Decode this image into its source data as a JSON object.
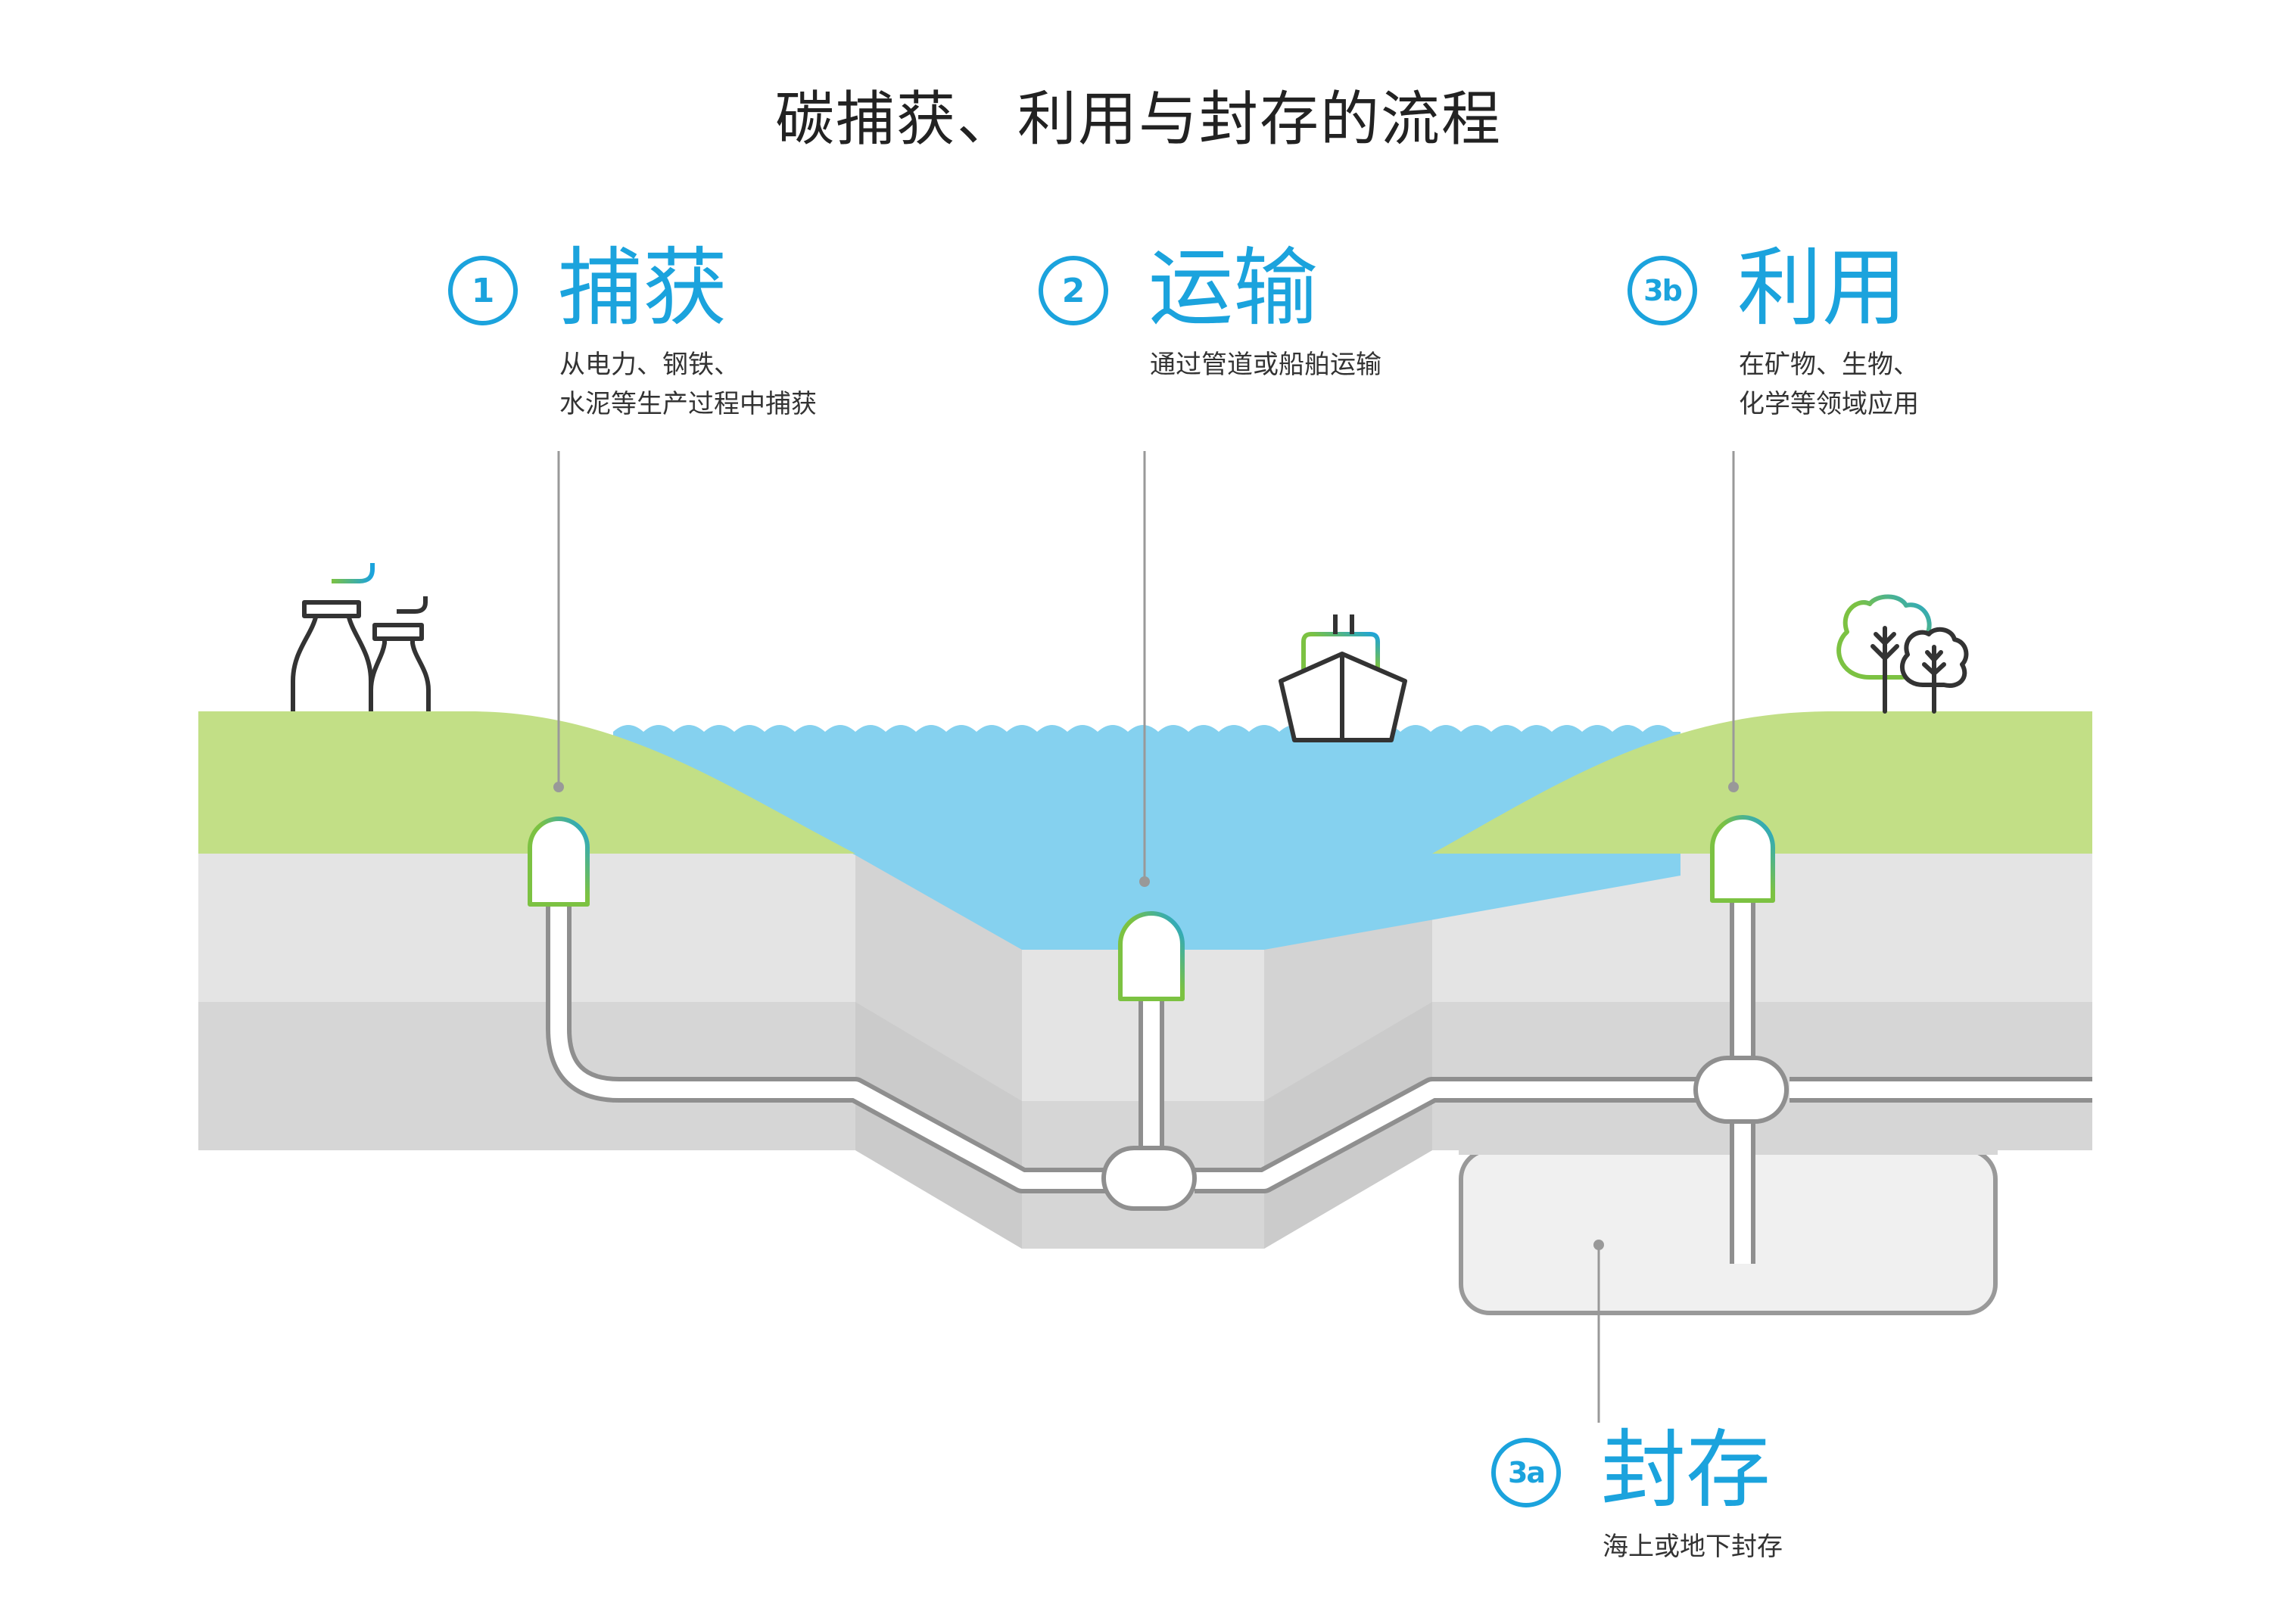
{
  "title": "碳捕获、利用与封存的流程",
  "steps": {
    "capture": {
      "number": "1",
      "heading": "捕获",
      "desc_line1": "从电力、钢铁、",
      "desc_line2": "水泥等生产过程中捕获"
    },
    "transport": {
      "number": "2",
      "heading": "运输",
      "desc_line1": "通过管道或船舶运输"
    },
    "utilization": {
      "number": "3b",
      "heading": "利用",
      "desc_line1": "在矿物、生物、",
      "desc_line2": "化学等领域应用"
    },
    "storage": {
      "number": "3a",
      "heading": "封存",
      "desc_line1": "海上或地下封存"
    }
  },
  "icons": {
    "factory": "factory-chimneys-icon",
    "ship": "cargo-ship-icon",
    "trees": "trees-icon"
  },
  "colors": {
    "accent_blue": "#1ba3dd",
    "accent_green": "#7cc242",
    "land": "#c2df86",
    "water": "#85d1ef",
    "ground_light": "#e4e4e4",
    "ground_dark": "#d6d6d6",
    "pipe": "#8f8f8f",
    "icon_line": "#333333"
  }
}
